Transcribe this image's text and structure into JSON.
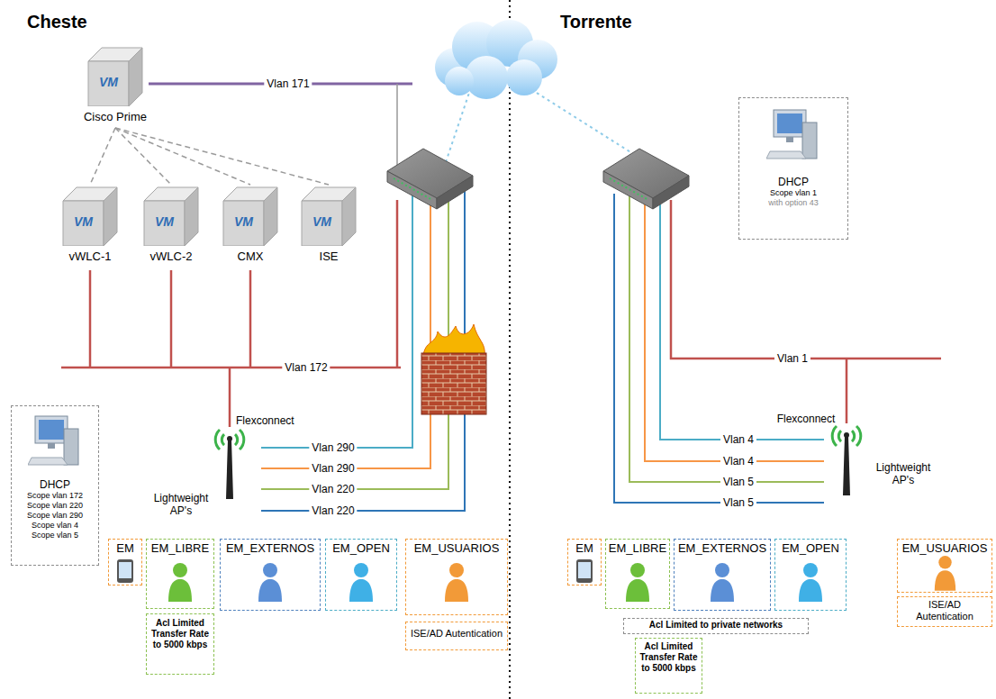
{
  "diagram": {
    "nodes": [
      {
        "text": [
          "VM",
          "Cisco Prime"
        ]
      },
      {
        "text": [
          "VM",
          "vWLC-1"
        ]
      },
      {
        "text": [
          "VM",
          "vWLC-2"
        ]
      },
      {
        "text": [
          "VM",
          "CMX"
        ]
      },
      {
        "text": [
          "VM",
          "ISE"
        ]
      },
      {
        "text": [
          "DHCP",
          "Scope vlan 172",
          "Scope vlan 220",
          "Scope vlan 290",
          "Scope vlan 4",
          "Scope vlan 5"
        ]
      },
      {
        "text": [
          "EM"
        ]
      },
      {
        "text": [
          "EM_LIBRE"
        ]
      },
      {
        "text": [
          "EM_EXTERNOS"
        ]
      },
      {
        "text": [
          "EM_OPEN"
        ]
      },
      {
        "text": [
          "EM_USUARIOS"
        ]
      },
      {
        "text": [
          "Acl Limited Transfer Rate to 5000 kbps"
        ]
      },
      {
        "text": [
          "ISE/AD Autentication"
        ]
      },
      {
        "text": [
          "DHCP",
          "Scope vlan 1",
          "with option 43"
        ]
      },
      {
        "text": [
          "EM"
        ]
      },
      {
        "text": [
          "EM_LIBRE"
        ]
      },
      {
        "text": [
          "EM_EXTERNOS"
        ]
      },
      {
        "text": [
          "EM_OPEN"
        ]
      },
      {
        "text": [
          "EM_USUARIOS"
        ]
      },
      {
        "text": [
          "Acl Limited to private networks"
        ]
      },
      {
        "text": [
          "Acl Limited Transfer Rate to 5000 kbps"
        ]
      },
      {
        "text": [
          "ISE/AD Autentication"
        ]
      }
    ],
    "edges": [
      {
        "from": 0,
        "to": 1,
        "arrow": "none"
      },
      {
        "from": 0,
        "to": 2,
        "arrow": "none"
      },
      {
        "from": 0,
        "to": 3,
        "arrow": "none"
      },
      {
        "from": 0,
        "to": 4,
        "arrow": "none"
      }
    ],
    "labels": [
      "Cheste",
      "Vlan 171",
      "Vlan 172",
      "Flexconnect",
      "Lightweight AP's",
      "Vlan 290",
      "Vlan 290",
      "Vlan 220",
      "Vlan 220",
      "Torrente",
      "Vlan 1",
      "Flexconnect",
      "Lightweight AP's",
      "Vlan 4",
      "Vlan 4",
      "Vlan 5",
      "Vlan 5"
    ]
  }
}
